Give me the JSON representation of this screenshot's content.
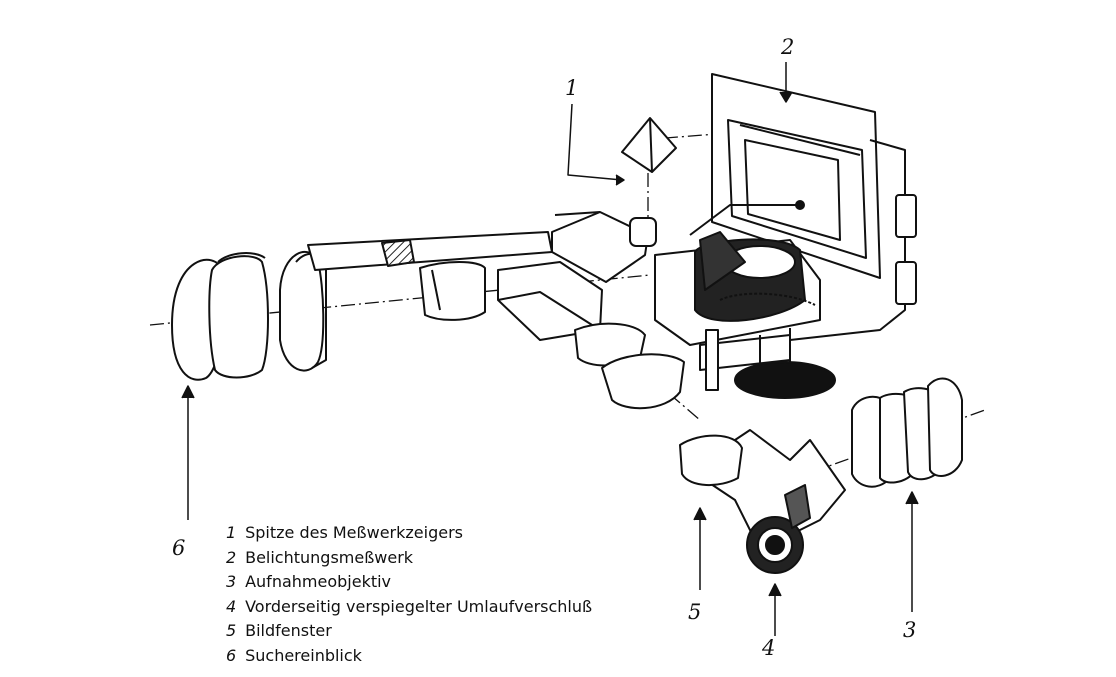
{
  "callouts": [
    {
      "id": "1",
      "text": "1"
    },
    {
      "id": "2",
      "text": "2"
    },
    {
      "id": "3",
      "text": "3"
    },
    {
      "id": "4",
      "text": "4"
    },
    {
      "id": "5",
      "text": "5"
    },
    {
      "id": "6",
      "text": "6"
    }
  ],
  "legend": [
    {
      "num": "1",
      "text": "Spitze des Meßwerkzeigers"
    },
    {
      "num": "2",
      "text": "Belichtungsmeßwerk"
    },
    {
      "num": "3",
      "text": "Aufnahmeobjektiv"
    },
    {
      "num": "4",
      "text": "Vorderseitig verspiegelter Umlaufverschluß"
    },
    {
      "num": "5",
      "text": "Bildfenster"
    },
    {
      "num": "6",
      "text": "Suchereinblick"
    }
  ]
}
